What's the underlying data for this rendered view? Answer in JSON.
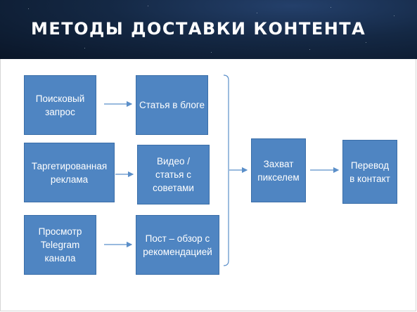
{
  "slide": {
    "title": "Методы доставки контента"
  },
  "sources": [
    {
      "label": "Поисковый\nзапрос"
    },
    {
      "label": "Таргетированная\nреклама"
    },
    {
      "label": "Просмотр\nTelegram\nканала"
    }
  ],
  "content": [
    {
      "label": "Статья в блоге"
    },
    {
      "label": "Видео /\nстатья с\nсоветами"
    },
    {
      "label": "Пост – обзор с\nрекомендацией"
    }
  ],
  "capture": {
    "label": "Захват\nпикселем"
  },
  "result": {
    "label": "Перевод\nв контакт"
  },
  "colors": {
    "box_fill": "#4f85c2",
    "arrow": "#5b8fc9",
    "header_bg": "#142844"
  }
}
